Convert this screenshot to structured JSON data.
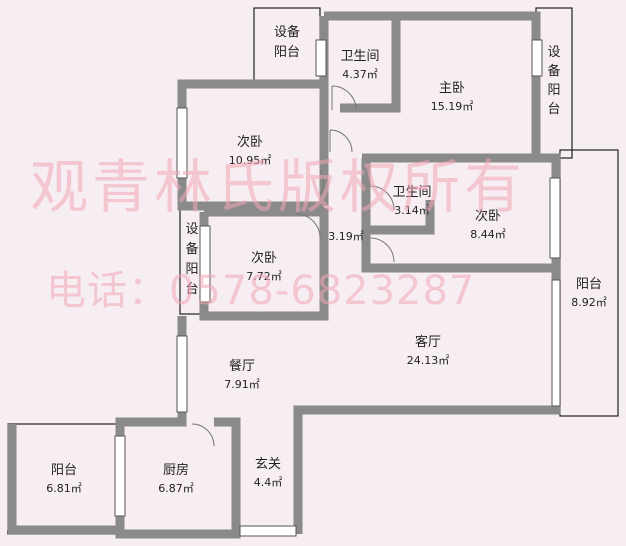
{
  "watermark": {
    "line1": "观青林氏版权所有",
    "line2": "电话：0578-6823287"
  },
  "unit_symbol": "㎡",
  "rooms": [
    {
      "key": "equip_balcony_top",
      "lines": [
        "设备",
        "阳台"
      ],
      "area": ""
    },
    {
      "key": "bath_top",
      "lines": [
        "卫生间"
      ],
      "area": "4.37"
    },
    {
      "key": "master_bed",
      "lines": [
        "主卧"
      ],
      "area": "15.19"
    },
    {
      "key": "equip_balcony_right",
      "lines": [
        "设",
        "备",
        "阳",
        "台"
      ],
      "area": ""
    },
    {
      "key": "second_bed_1",
      "lines": [
        "次卧"
      ],
      "area": "10.95"
    },
    {
      "key": "bath_mid",
      "lines": [
        "卫生间"
      ],
      "area": "3.14"
    },
    {
      "key": "second_bed_2",
      "lines": [
        "次卧"
      ],
      "area": "8.44"
    },
    {
      "key": "corridor",
      "lines": [],
      "area": "3.19"
    },
    {
      "key": "equip_balcony_left",
      "lines": [
        "设",
        "备",
        "阳",
        "台"
      ],
      "area": ""
    },
    {
      "key": "second_bed_3",
      "lines": [
        "次卧"
      ],
      "area": "7.72"
    },
    {
      "key": "balcony_right",
      "lines": [
        "阳台"
      ],
      "area": "8.92"
    },
    {
      "key": "living",
      "lines": [
        "客厅"
      ],
      "area": "24.13"
    },
    {
      "key": "dining",
      "lines": [
        "餐厅"
      ],
      "area": "7.91"
    },
    {
      "key": "balcony_left",
      "lines": [
        "阳台"
      ],
      "area": "6.81"
    },
    {
      "key": "kitchen",
      "lines": [
        "厨房"
      ],
      "area": "6.87"
    },
    {
      "key": "entrance",
      "lines": [
        "玄关"
      ],
      "area": "4.4"
    }
  ]
}
